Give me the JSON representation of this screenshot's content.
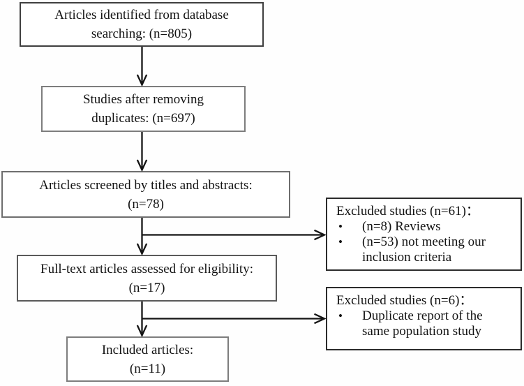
{
  "bullet_char": "•",
  "colors": {
    "line": "#141414",
    "box_border": "#3f3f3f",
    "background": "#ffffff"
  },
  "flow": {
    "main_boxes": [
      {
        "id": "identified",
        "lines": [
          "Articles identified from database",
          "searching: (n=805)"
        ]
      },
      {
        "id": "deduplicated",
        "lines": [
          "Studies after removing",
          "duplicates: (n=697)"
        ]
      },
      {
        "id": "screened",
        "lines": [
          "Articles screened by titles and abstracts:",
          "(n=78)"
        ]
      },
      {
        "id": "fulltext",
        "lines": [
          "Full-text articles assessed for eligibility:",
          "(n=17)"
        ]
      },
      {
        "id": "included",
        "lines": [
          "Included articles:",
          "(n=11)"
        ]
      }
    ],
    "excluded_boxes": [
      {
        "title": "Excluded studies (n=61)：",
        "bullets": [
          "(n=8) Reviews",
          "(n=53) not meeting our inclusion criteria"
        ]
      },
      {
        "title": "Excluded studies (n=6)：",
        "bullets": [
          "Duplicate report of the same population study"
        ]
      }
    ]
  }
}
